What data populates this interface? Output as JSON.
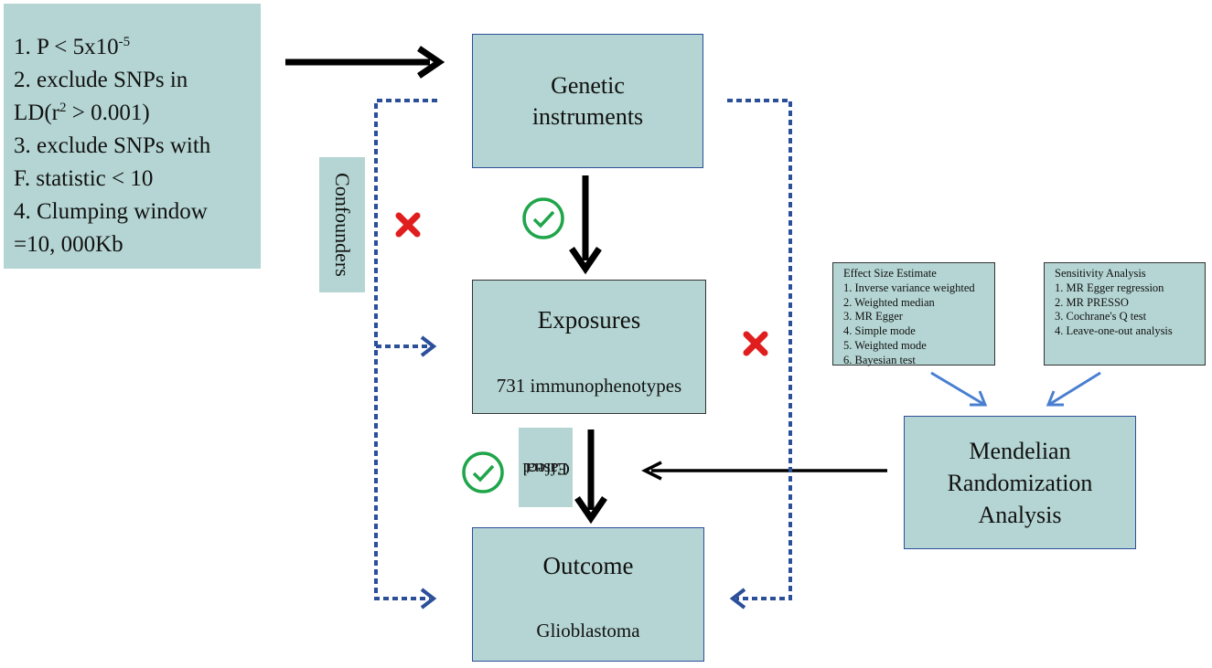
{
  "criteria": {
    "line1_prefix": "1. P < 5x10",
    "line1_exp": "-5",
    "line2": "2. exclude SNPs in",
    "line3_prefix": "LD(r",
    "line3_exp": "2",
    "line3_suffix": " > 0.001)",
    "line4": "3. exclude SNPs with",
    "line5": "F. statistic < 10",
    "line6": "4. Clumping window",
    "line7": "=10, 000Kb"
  },
  "genetic": {
    "line1": "Genetic",
    "line2": "instruments"
  },
  "exposures": {
    "title": "Exposures",
    "subtitle": "731 immunophenotypes"
  },
  "outcome": {
    "title": "Outcome",
    "subtitle": "Glioblastoma"
  },
  "confounders": {
    "label": "Confounders"
  },
  "casual": {
    "line1": "Casual",
    "line2": "Effect"
  },
  "effect_size": {
    "title": "Effect Size Estimate",
    "items": [
      "1. Inverse variance weighted",
      "2. Weighted median",
      "3. MR Egger",
      "4. Simple mode",
      "5. Weighted mode",
      "6. Bayesian test"
    ]
  },
  "sensitivity": {
    "title": "Sensitivity Analysis",
    "items": [
      "1. MR Egger regression",
      "2. MR PRESSO",
      "3. Cochrane's Q test",
      "4. Leave-one-out analysis"
    ]
  },
  "mr": {
    "line1": "Mendelian",
    "line2": "Randomization",
    "line3": "Analysis"
  },
  "colors": {
    "box_fill": "#b4d5d3",
    "dotted_line": "#2c4f9a",
    "check": "#1fa54a",
    "cross": "#e01e1e",
    "light_arrow": "#4a7fd0"
  }
}
